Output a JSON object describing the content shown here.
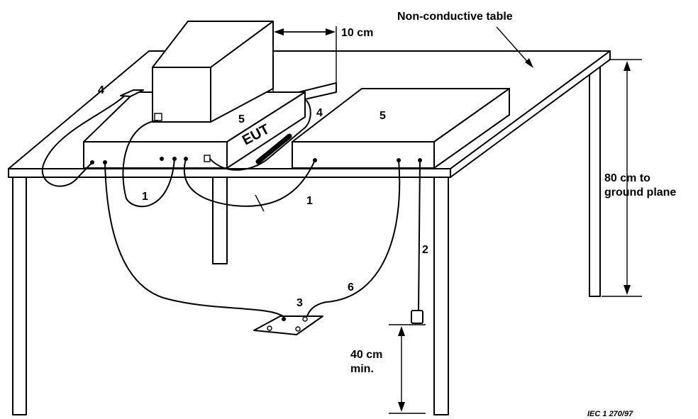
{
  "labels": {
    "table": "Non-conductive table",
    "distance": "10 cm",
    "height_line1": "80 cm to",
    "height_line2": "ground plane",
    "min_line1": "40 cm",
    "min_line2": "min.",
    "eut": "EUT",
    "caption": "IEC  1 270/97"
  },
  "callouts": {
    "n1a": "1",
    "n1b": "1",
    "n2": "2",
    "n3": "3",
    "n4a": "4",
    "n4b": "4",
    "n5a": "5",
    "n5b": "5",
    "n6": "6"
  }
}
